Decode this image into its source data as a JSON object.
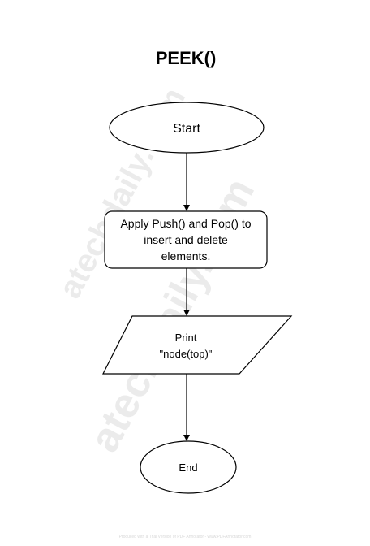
{
  "title": "PEEK()",
  "nodes": {
    "start": {
      "label": "Start"
    },
    "process": {
      "lines": [
        "Apply Push() and Pop() to",
        "insert and delete",
        "elements."
      ]
    },
    "print": {
      "lines": [
        "Print",
        "\"node(top)\""
      ]
    },
    "end": {
      "label": "End"
    }
  },
  "watermark": "atechdaily.com",
  "footer_note": "Produced with a Trial Version of PDF Annotator - www.PDFAnnotator.com"
}
